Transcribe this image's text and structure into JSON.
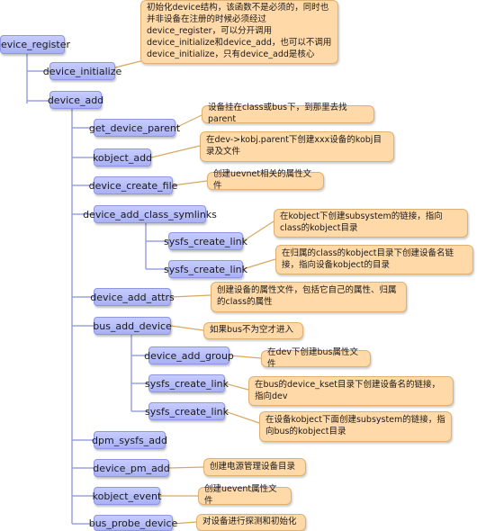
{
  "nodes": {
    "device_register": "device_register",
    "device_initialize": "device_initialize",
    "device_add": "device_add",
    "get_device_parent": "get_device_parent",
    "kobject_add": "kobject_add",
    "device_create_file": "device_create_file",
    "device_add_class_symlinks": "device_add_class_symlinks",
    "sysfs_create_link_1": "sysfs_create_link",
    "sysfs_create_link_2": "sysfs_create_link",
    "device_add_attrs": "device_add_attrs",
    "bus_add_device": "bus_add_device",
    "device_add_group": "device_add_group",
    "sysfs_create_link_3": "sysfs_create_link",
    "sysfs_create_link_4": "sysfs_create_link",
    "dpm_sysfs_add": "dpm_sysfs_add",
    "device_pm_add": "device_pm_add",
    "kobject_event": "kobject_event",
    "bus_probe_device": "bus_probe_device"
  },
  "notes": {
    "device_initialize": "初始化device结构，该函数不是必须的，同时也并非设备在注册的时候必须经过device_register，可以分开调用device_initialize和device_add，也可以不调用device_initialize，只有device_add是核心",
    "get_device_parent": "设备挂在class或bus下，到那里去找parent",
    "kobject_add": "在dev->kobj.parent下创建xxx设备的kobj目录及文件",
    "device_create_file": "创建uevnet相关的属性文件",
    "sysfs_create_link_1": "在kobject下创建subsystem的链接，指向class的kobject目录",
    "sysfs_create_link_2": "在归属的class的kobject目录下创建设备名链接，指向设备kobject的目录",
    "device_add_attrs": "创建设备的属性文件，包括它自己的属性、归属的class的属性",
    "bus_add_device": "如果bus不为空才进入",
    "device_add_group": "在dev下创建bus属性文件",
    "sysfs_create_link_3": "在bus的device_kset目录下创建设备名的链接，指向dev",
    "sysfs_create_link_4": "在设备kobject下面创建subsystem的链接，指向bus的kobject目录",
    "device_pm_add": "创建电源管理设备目录",
    "kobject_event": "创建uevent属性文件",
    "bus_probe_device": "对设备进行探测和初始化"
  }
}
